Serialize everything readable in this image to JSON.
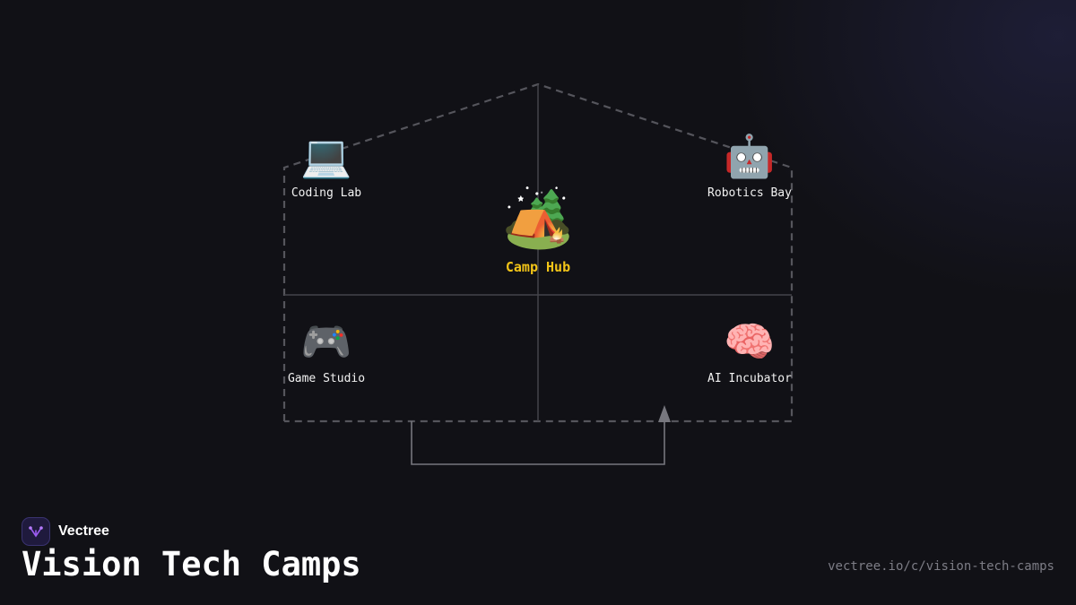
{
  "diagram": {
    "hub": {
      "icon": "camping-icon",
      "emoji": "🏕️",
      "label": "Camp Hub"
    },
    "nodes": [
      {
        "id": "coding-lab",
        "icon": "laptop-icon",
        "emoji": "💻",
        "label": "Coding Lab"
      },
      {
        "id": "robotics-bay",
        "icon": "robot-icon",
        "emoji": "🤖",
        "label": "Robotics Bay"
      },
      {
        "id": "game-studio",
        "icon": "game-controller-icon",
        "emoji": "🎮",
        "label": "Game Studio"
      },
      {
        "id": "ai-incubator",
        "icon": "brain-icon",
        "emoji": "🧠",
        "label": "AI Incubator"
      }
    ]
  },
  "footer": {
    "brand": "Vectree",
    "title": "Vision Tech Camps",
    "url": "vectree.io/c/vision-tech-camps"
  },
  "colors": {
    "background": "#111116",
    "hub_label": "#f2c418",
    "outline": "#55555c",
    "logo": "#9b5cf0"
  }
}
